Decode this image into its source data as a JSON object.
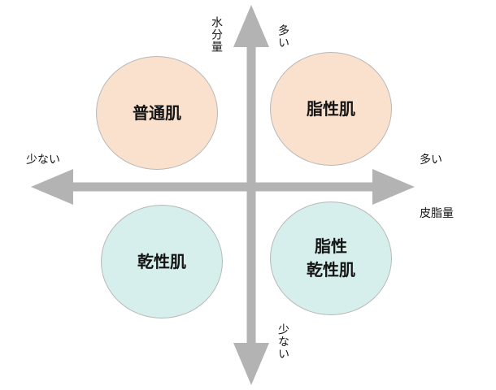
{
  "quadrants": {
    "top_left": {
      "lines": [
        "普通肌"
      ],
      "fill": "#f9e1cd"
    },
    "top_right": {
      "lines": [
        "脂性肌"
      ],
      "fill": "#f9e1cd"
    },
    "bottom_left": {
      "lines": [
        "乾性肌"
      ],
      "fill": "#d6efec"
    },
    "bottom_right": {
      "lines": [
        "脂性",
        "乾性肌"
      ],
      "fill": "#d6efec"
    }
  },
  "y_axis": {
    "title": "水分量",
    "high_label": "多い",
    "low_label": "少ない"
  },
  "x_axis": {
    "title": "皮脂量",
    "high_label": "多い",
    "low_label": "少ない"
  },
  "colors": {
    "axis": "#b3b3b3",
    "circle_border": "#b8b8b8"
  }
}
